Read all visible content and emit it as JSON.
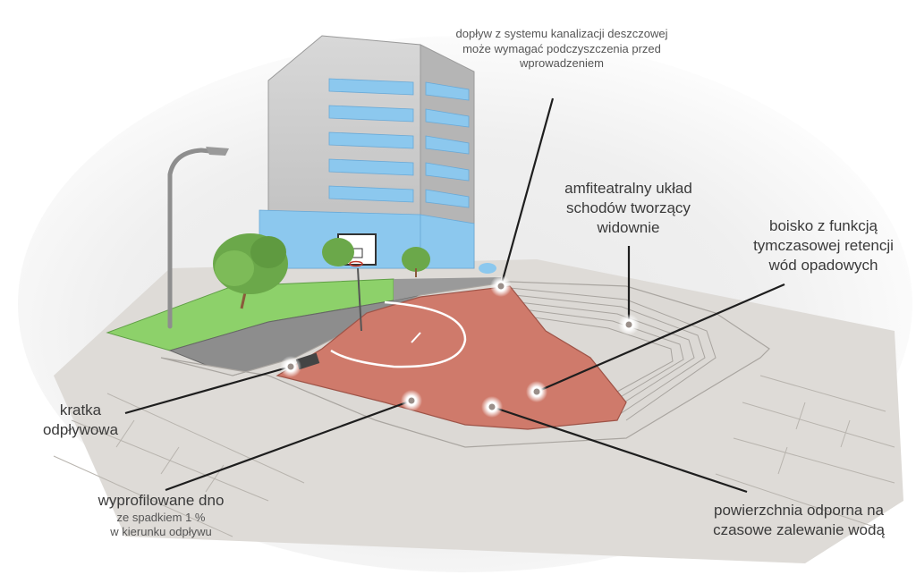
{
  "illustration": {
    "subject": "rain garden basketball court"
  },
  "callouts": {
    "inflow": {
      "lines": [
        "dopływ z systemu kanalizacji deszczowej",
        "może wymagać podczyszczenia przed",
        "wprowadzeniem"
      ]
    },
    "amphitheatre": {
      "lines": [
        "amfiteatralny układ",
        "schodów tworzący",
        "widownie"
      ]
    },
    "court": {
      "lines": [
        "boisko z funkcją",
        "tymczasowej retencji",
        "wód opadowych"
      ]
    },
    "grate": {
      "lines": [
        "kratka",
        "odpływowa"
      ]
    },
    "bottom": {
      "lines": [
        "wyprofilowane dno"
      ],
      "sub_lines": [
        "ze spadkiem 1 %",
        "w kierunku odpływu"
      ]
    },
    "surface": {
      "lines": [
        "powierzchnia odporna na",
        "czasowe zalewanie wodą"
      ]
    }
  },
  "colors": {
    "court": "#cf7a6b",
    "court_dark": "#b8655a",
    "glass": "#8cc8ee",
    "building": "#c9c9c9",
    "grass": "#8dd16a",
    "tree": "#6ba84a",
    "pavement": "#d9d6d2",
    "asphalt": "#8d8d8d",
    "leader": "#1e1e1e"
  }
}
